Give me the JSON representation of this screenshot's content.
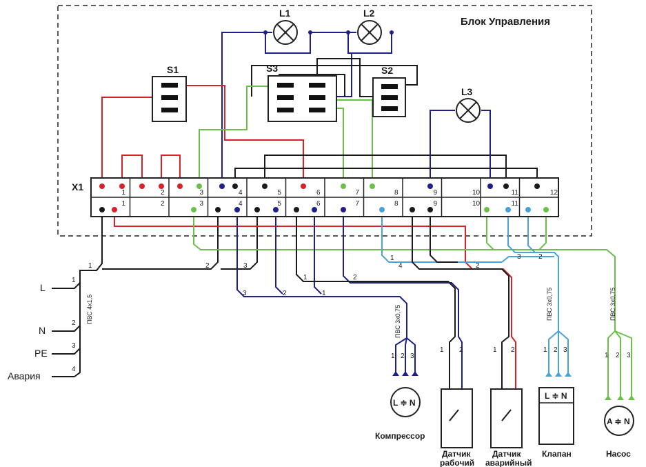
{
  "title": "Блок Управления",
  "components": {
    "lamps": [
      "L1",
      "L2",
      "L3"
    ],
    "switches": [
      "S1",
      "S2",
      "S3"
    ],
    "terminal_block": "X1",
    "terminal_numbers_top": [
      "1",
      "2",
      "3",
      "4",
      "5",
      "6",
      "7",
      "8",
      "9",
      "10",
      "11",
      "12"
    ],
    "terminal_numbers_bottom": [
      "1",
      "2",
      "3",
      "4",
      "5",
      "6",
      "7",
      "8",
      "9",
      "10",
      "11"
    ]
  },
  "inputs": [
    "L",
    "N",
    "PE",
    "Авария"
  ],
  "input_wire_numbers": [
    "1",
    "2",
    "3",
    "4"
  ],
  "cables": {
    "main": "ПВС 4х1,5",
    "compressor": "ПВС 3х0,75",
    "valve": "ПВС 3х0,75",
    "pump": "ПВС 3х0,75"
  },
  "devices": {
    "compressor": {
      "caption": "Компрессор",
      "symbol": "L ≑ N",
      "pins": [
        "1",
        "2",
        "3"
      ]
    },
    "sensor_work": {
      "caption_line1": "Датчик",
      "caption_line2": "рабочий",
      "pins": [
        "1",
        "2"
      ]
    },
    "sensor_alarm": {
      "caption_line1": "Датчик",
      "caption_line2": "аварийный",
      "pins": [
        "1",
        "2"
      ]
    },
    "valve": {
      "caption": "Клапан",
      "symbol": "L ≑ N",
      "pins": [
        "1",
        "2",
        "3"
      ]
    },
    "pump": {
      "caption": "Насос",
      "symbol": "A ≑ N",
      "pins": [
        "1",
        "2",
        "3"
      ]
    }
  },
  "wire_labels": {
    "harness_main": [
      "1",
      "2",
      "3"
    ],
    "harness_blue": [
      "3",
      "2",
      "1"
    ],
    "harness_sensor": [
      "1",
      "2"
    ],
    "harness_mid": [
      "1",
      "4",
      "2"
    ],
    "harness_right": [
      "3",
      "2"
    ]
  },
  "colors": {
    "blue": "#1f1f8a",
    "black": "#1a1a1a",
    "red": "#d8222a",
    "green": "#6cc04a",
    "cyan": "#4aa3d6"
  }
}
